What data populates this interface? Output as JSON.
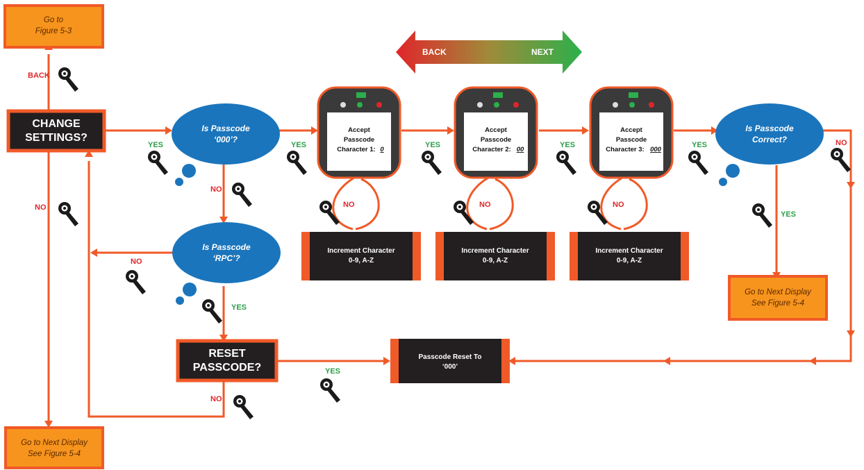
{
  "colors": {
    "flow_line": "#f05a28",
    "orange_box_fill": "#f7941d",
    "orange_box_border": "#f05a28",
    "dark_box_fill": "#231f20",
    "cloud_fill": "#1b75bc",
    "yes_label": "#2e9e4a",
    "no_label": "#e0252a",
    "nav_back": "#e0252a",
    "nav_next": "#2bb04a"
  },
  "nav_arrow": {
    "back": "BACK",
    "next": "NEXT"
  },
  "boxes": {
    "go_fig53": {
      "line1": "Go to",
      "line2": "Figure 5-3"
    },
    "change_settings": {
      "line1": "CHANGE",
      "line2": "SETTINGS?"
    },
    "reset_passcode": {
      "line1": "RESET",
      "line2": "PASSCODE?"
    },
    "go_next_bottom": {
      "line1": "Go to Next Display",
      "line2": "See Figure 5-4"
    },
    "go_next_right": {
      "line1": "Go to Next Display",
      "line2": "See Figure 5-4"
    },
    "passcode_reset": {
      "line1": "Passcode Reset To",
      "line2": "‘000’"
    }
  },
  "clouds": {
    "q000": {
      "line1": "Is Passcode",
      "line2": "‘000’?"
    },
    "qrpc": {
      "line1": "Is Passcode",
      "line2": "‘RPC’?"
    },
    "qcorrect": {
      "line1": "Is Passcode",
      "line2": "Correct?"
    }
  },
  "devices": [
    {
      "line1": "Accept",
      "line2": "Passcode",
      "line3": "Character 1:",
      "value": "0"
    },
    {
      "line1": "Accept",
      "line2": "Passcode",
      "line3": "Character 2:",
      "value": "00"
    },
    {
      "line1": "Accept",
      "line2": "Passcode",
      "line3": "Character 3:",
      "value": "000"
    }
  ],
  "increment_boxes": [
    {
      "line1": "Increment Character",
      "line2": "0-9, A-Z"
    },
    {
      "line1": "Increment Character",
      "line2": "0-9, A-Z"
    },
    {
      "line1": "Increment Character",
      "line2": "0-9, A-Z"
    }
  ],
  "labels": {
    "back": "BACK",
    "yes": "YES",
    "no": "NO"
  },
  "icons": [
    "key-icon",
    "cloud-shape",
    "device-display",
    "arrow-head"
  ]
}
